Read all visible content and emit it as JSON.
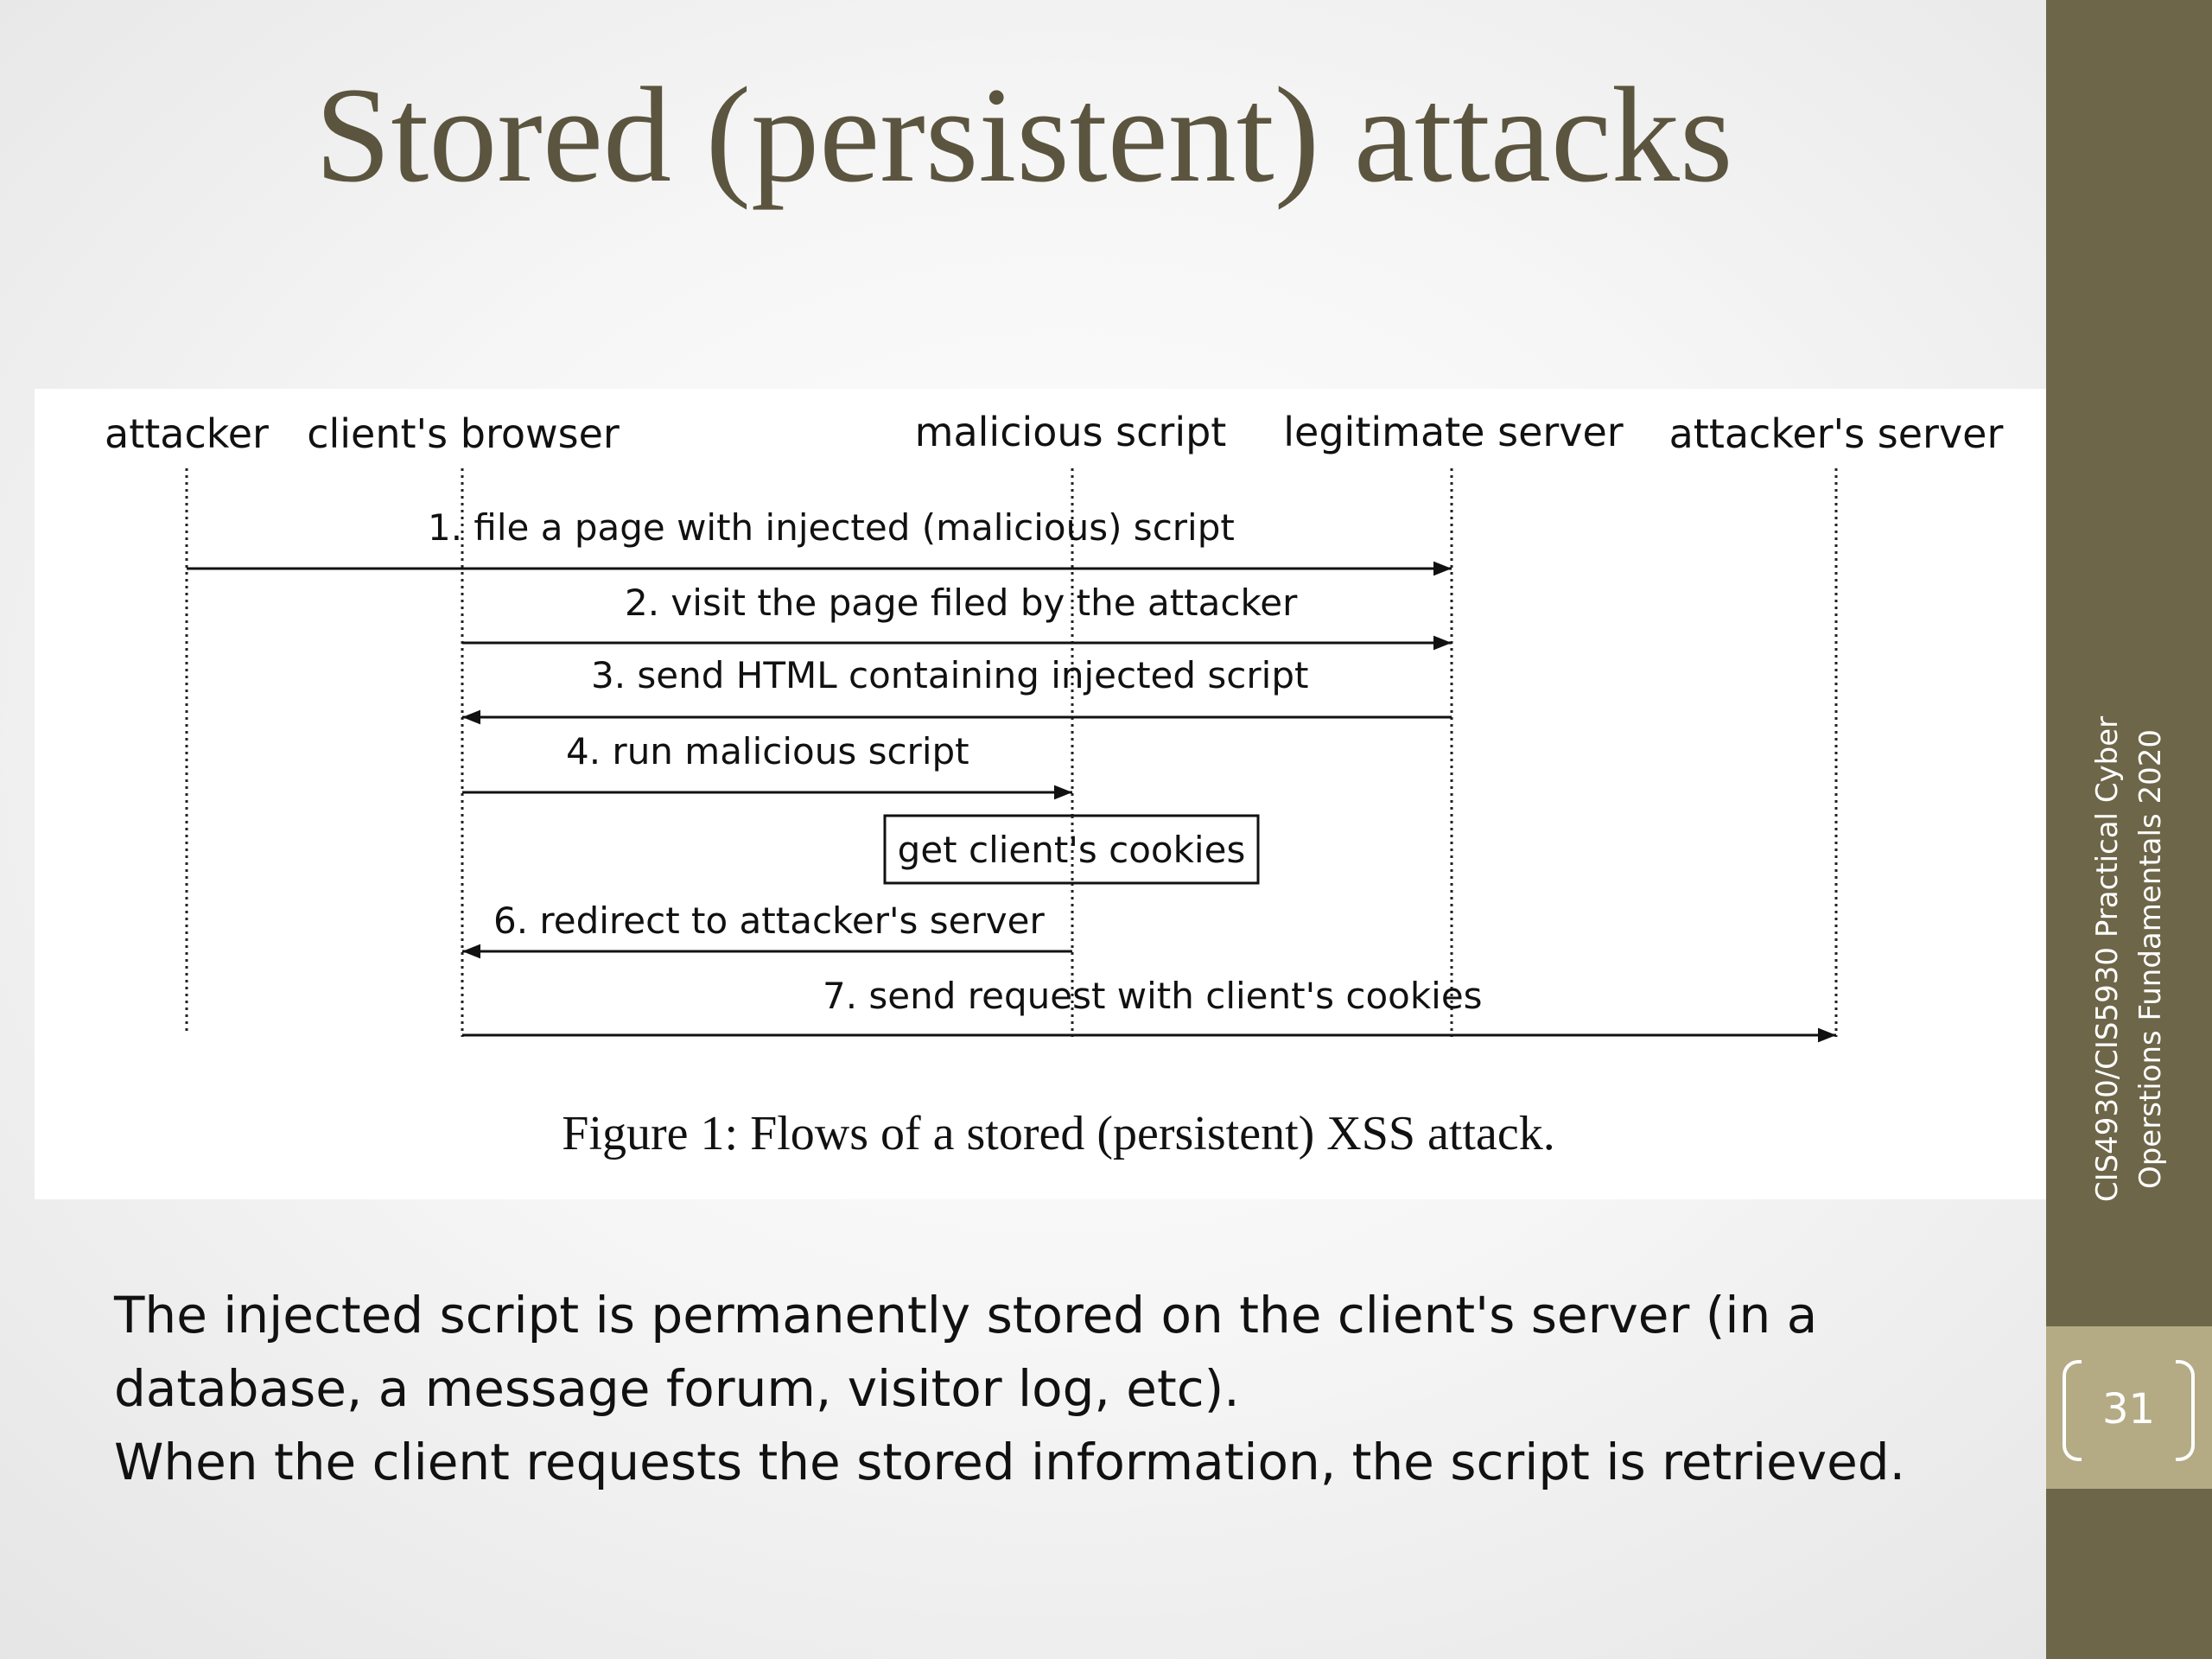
{
  "slide": {
    "title": "Stored (persistent) attacks",
    "course_label": "CIS4930/CIS5930 Practical Cyber Operstions Fundamentals 2020",
    "page_number": "31",
    "body_lines": [
      "The injected script is permanently stored on the client's server (in a",
      "database, a message forum, visitor log, etc).",
      "When the client requests the stored information, the script is retrieved."
    ],
    "colors": {
      "title": "#5b5540",
      "sidebar": "#6e6649",
      "sidebar_accent": "#b4ab85"
    }
  },
  "diagram": {
    "actors": [
      "attacker",
      "client's browser",
      "malicious script",
      "legitimate server",
      "attacker's server"
    ],
    "messages": [
      {
        "label": "1. file a page with injected (malicious) script",
        "from": "attacker",
        "to": "legitimate server"
      },
      {
        "label": "2. visit the page filed by the attacker",
        "from": "client's browser",
        "to": "legitimate server"
      },
      {
        "label": "3. send HTML containing injected script",
        "from": "legitimate server",
        "to": "client's browser"
      },
      {
        "label": "4. run malicious script",
        "from": "client's browser",
        "to": "malicious script"
      },
      {
        "label": "6. redirect to attacker's server",
        "from": "malicious script",
        "to": "client's browser"
      },
      {
        "label": "7. send request with client's cookies",
        "from": "client's browser",
        "to": "attacker's server"
      }
    ],
    "box_label": "get client's cookies",
    "caption": "Figure 1: Flows of a stored (persistent) XSS attack."
  }
}
